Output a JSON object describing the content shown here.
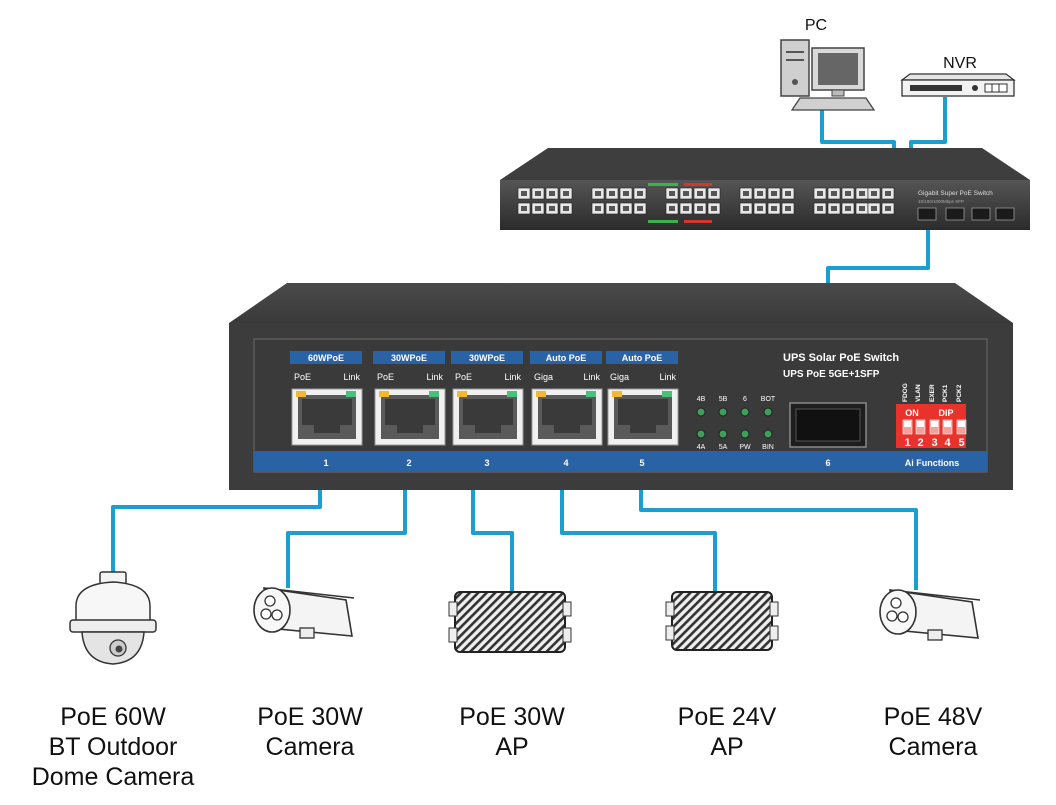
{
  "pc_label": "PC",
  "nvr_label": "NVR",
  "top_switch": {
    "name": "Gigabit Super PoE Switch",
    "subtext": "10/100/1000Mbps SFP"
  },
  "main_switch": {
    "name": "UPS Solar PoE Switch",
    "model": "UPS PoE 5GE+1SFP",
    "port_headers": [
      "60WPoE",
      "30WPoE",
      "30WPoE",
      "Auto PoE",
      "Auto PoE"
    ],
    "port_sub_left": [
      "PoE",
      "PoE",
      "PoE",
      "Giga",
      "Giga"
    ],
    "port_sub_right": [
      "Link",
      "Link",
      "Link",
      "Link",
      "Link"
    ],
    "port_numbers": [
      "1",
      "2",
      "3",
      "4",
      "5"
    ],
    "sfp_number": "6",
    "led_top": [
      "4B",
      "5B",
      "6",
      "BOT"
    ],
    "led_bottom": [
      "4A",
      "5A",
      "PW",
      "BIN"
    ],
    "dip_labels": [
      "FDOG",
      "VLAN",
      "EXER",
      "PCK1",
      "PCK2"
    ],
    "dip_on": "ON",
    "dip_title": "DIP",
    "dip_numbers": [
      "1",
      "2",
      "3",
      "4",
      "5"
    ],
    "ai_functions": "Ai Functions"
  },
  "devices": [
    {
      "lines": [
        "PoE 60W",
        "BT Outdoor",
        "Dome Camera"
      ],
      "icon": "dome-camera-icon"
    },
    {
      "lines": [
        "PoE 30W",
        "Camera"
      ],
      "icon": "bullet-camera-icon"
    },
    {
      "lines": [
        "PoE 30W",
        "AP"
      ],
      "icon": "access-point-icon"
    },
    {
      "lines": [
        "PoE 24V",
        "AP"
      ],
      "icon": "access-point-icon"
    },
    {
      "lines": [
        "PoE 48V",
        "Camera"
      ],
      "icon": "bullet-camera-icon"
    }
  ],
  "colors": {
    "cable": "#1a9fd0",
    "switch_body": "#3c3c3c",
    "panel_blue": "#2a62a6",
    "dip_red": "#e8322c"
  }
}
